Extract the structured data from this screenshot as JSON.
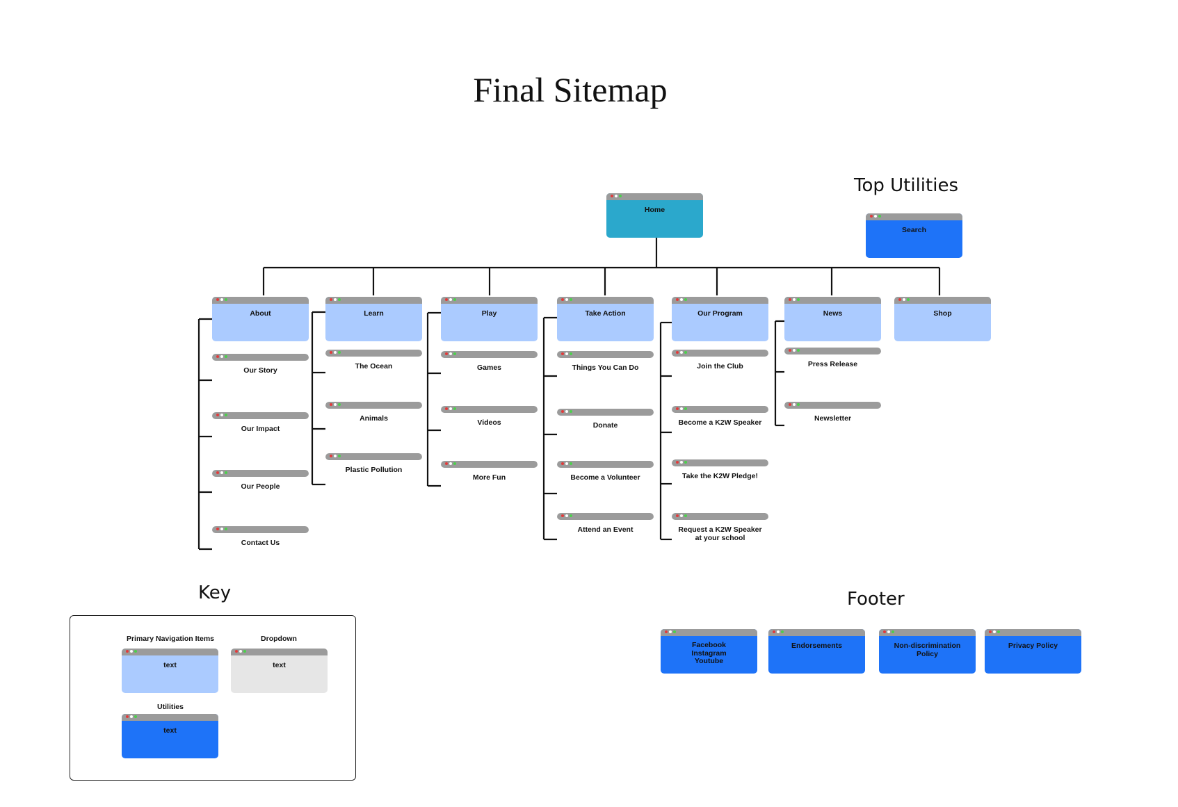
{
  "title": "Final Sitemap",
  "sections": {
    "top_utilities": "Top Utilities",
    "key": "Key",
    "footer": "Footer"
  },
  "colors": {
    "primary": "#abcbff",
    "home": "#2ba8cc",
    "utility": "#1e73f8",
    "dropdown": "#e6e6e6",
    "chrome_bar": "#9b9b9b"
  },
  "home": {
    "label": "Home"
  },
  "top_utilities": [
    {
      "label": "Search"
    }
  ],
  "nav": [
    {
      "label": "About",
      "children": [
        "Our Story",
        "Our Impact",
        "Our People",
        "Contact Us"
      ]
    },
    {
      "label": "Learn",
      "children": [
        "The Ocean",
        "Animals",
        "Plastic Pollution"
      ]
    },
    {
      "label": "Play",
      "children": [
        "Games",
        "Videos",
        "More Fun"
      ]
    },
    {
      "label": "Take Action",
      "children": [
        "Things You Can Do",
        "Donate",
        "Become a Volunteer",
        "Attend an Event"
      ]
    },
    {
      "label": "Our Program",
      "children": [
        "Join the Club",
        "Become a K2W Speaker",
        "Take the K2W Pledge!",
        "Request a K2W Speaker at your school"
      ]
    },
    {
      "label": "News",
      "children": [
        "Press Release",
        "Newsletter"
      ]
    },
    {
      "label": "Shop",
      "children": []
    }
  ],
  "footer": [
    {
      "label": "Facebook\nInstagram\nYoutube"
    },
    {
      "label": "Endorsements"
    },
    {
      "label": "Non-discrimination Policy"
    },
    {
      "label": "Privacy Policy"
    }
  ],
  "key": {
    "primary_caption": "Primary Navigation Items",
    "primary_text": "text",
    "dropdown_caption": "Dropdown",
    "dropdown_text": "text",
    "utilities_caption": "Utilities",
    "utilities_text": "text"
  }
}
